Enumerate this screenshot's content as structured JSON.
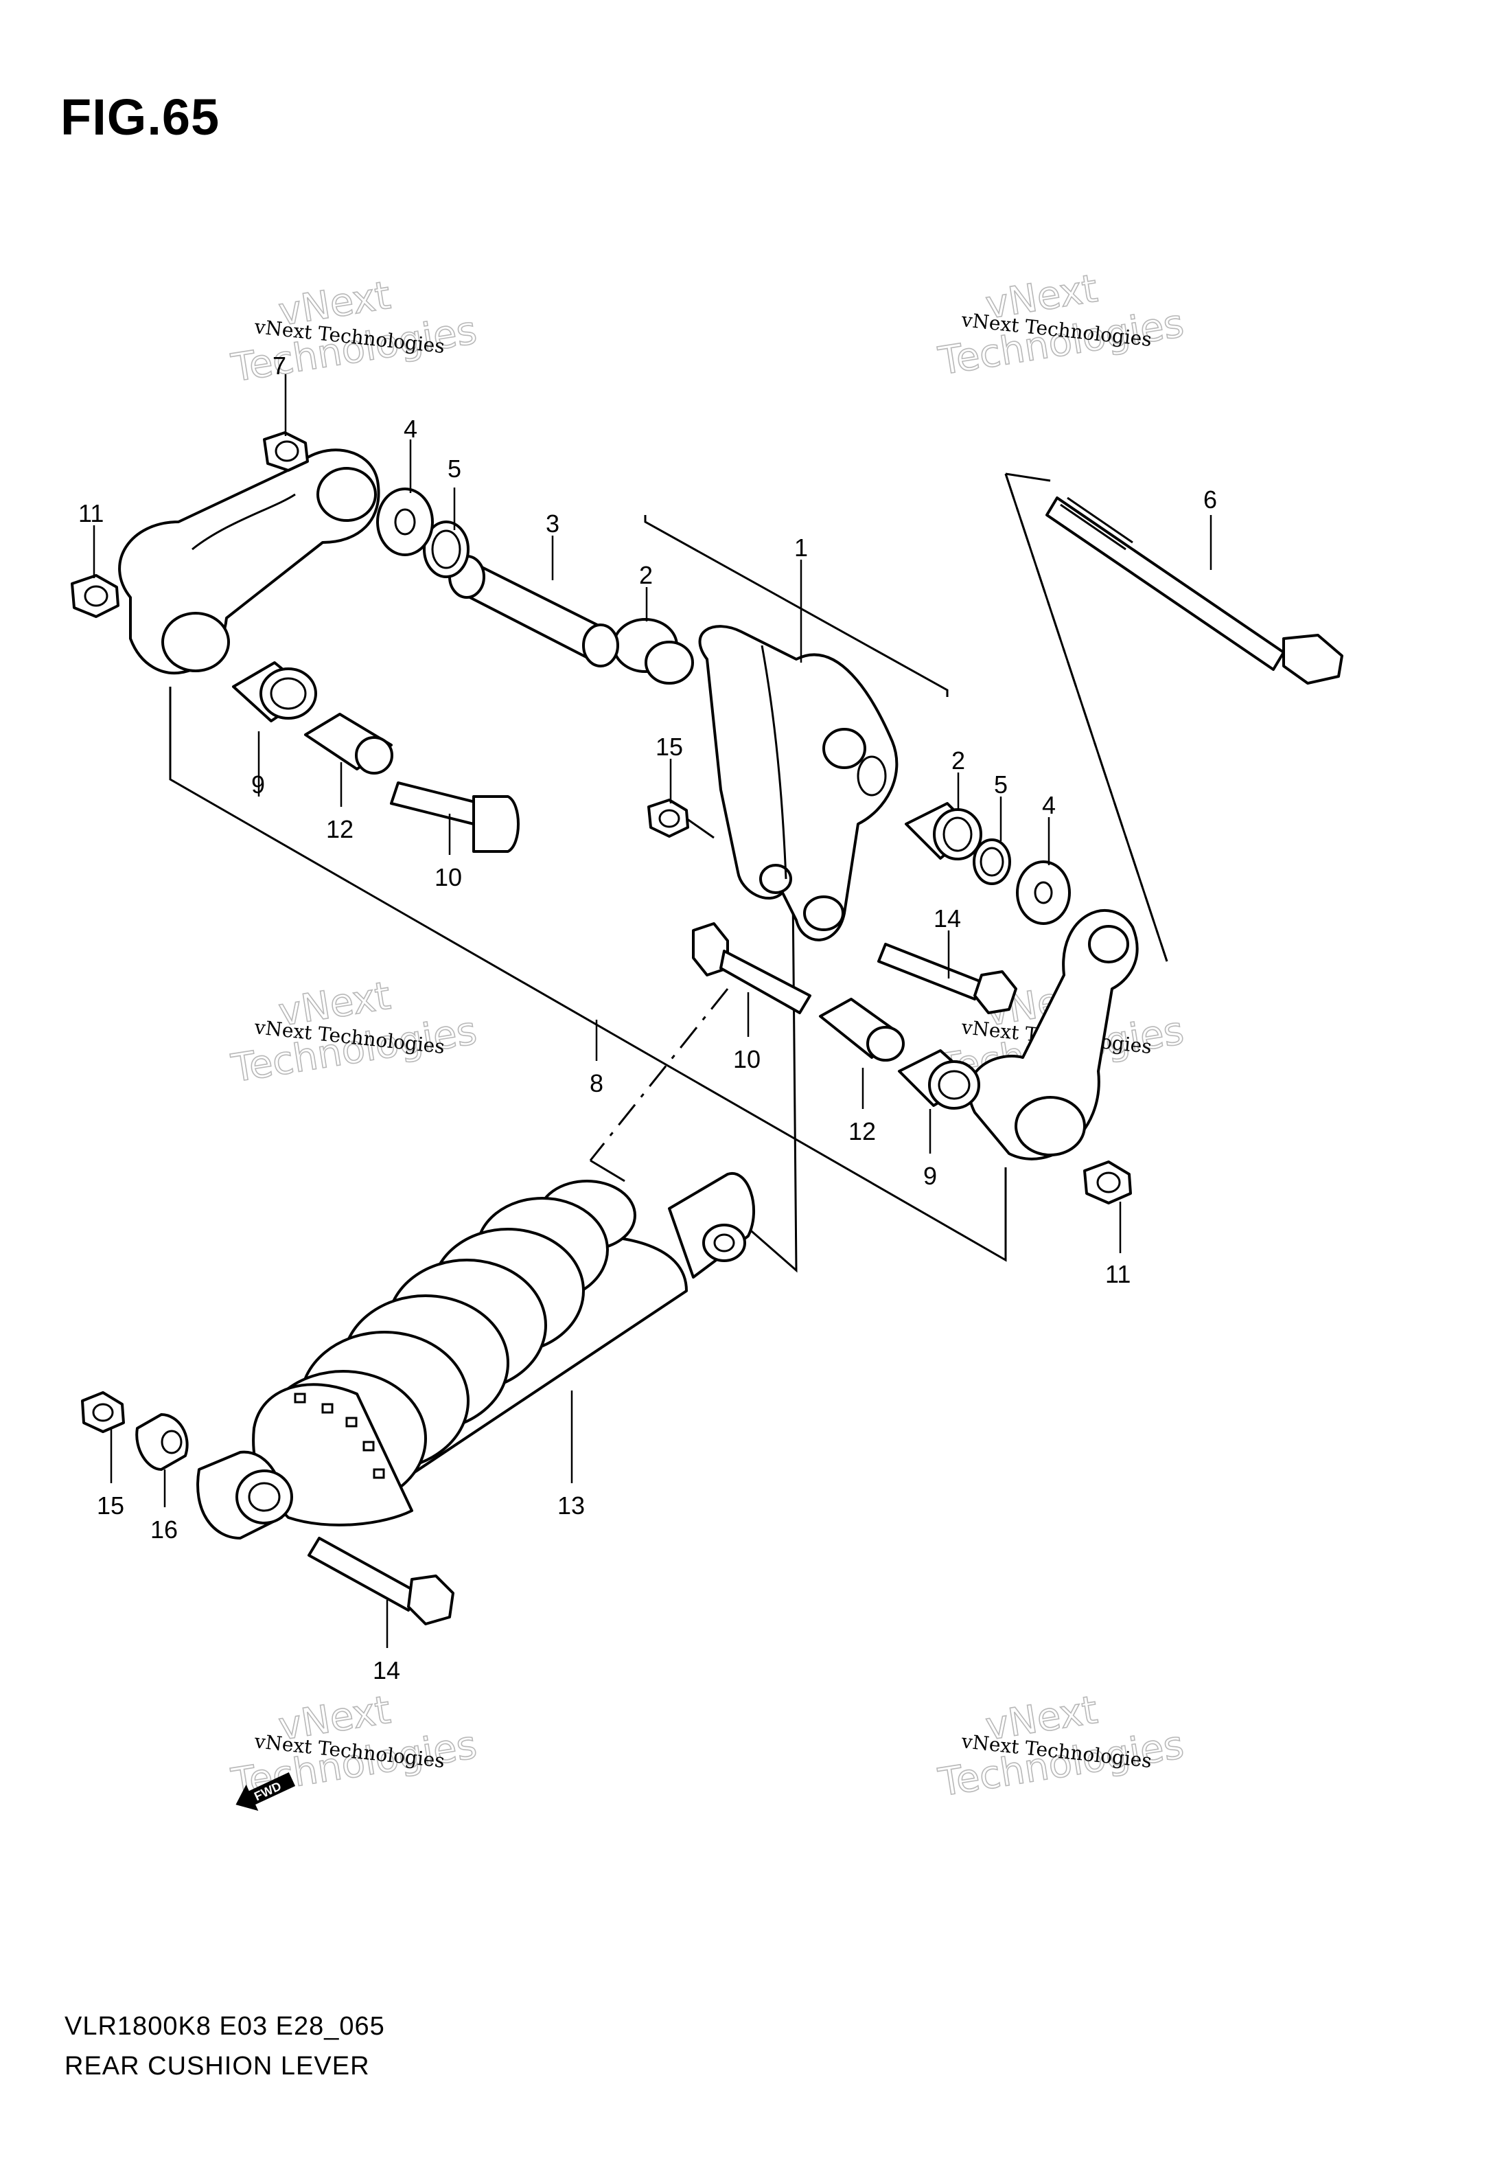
{
  "figure": {
    "title": "FIG.65",
    "model_code": "VLR1800K8 E03 E28_065",
    "name": "REAR CUSHION LEVER"
  },
  "watermark": {
    "line1": "vNext Technologies",
    "line2": "vNext",
    "line3": "Technologies"
  },
  "direction_label": "FWD",
  "callouts": [
    "7",
    "4",
    "5",
    "3",
    "2",
    "1",
    "6",
    "11",
    "9",
    "12",
    "10",
    "15",
    "2",
    "5",
    "4",
    "14",
    "10",
    "8",
    "12",
    "9",
    "11",
    "15",
    "16",
    "13",
    "14"
  ]
}
